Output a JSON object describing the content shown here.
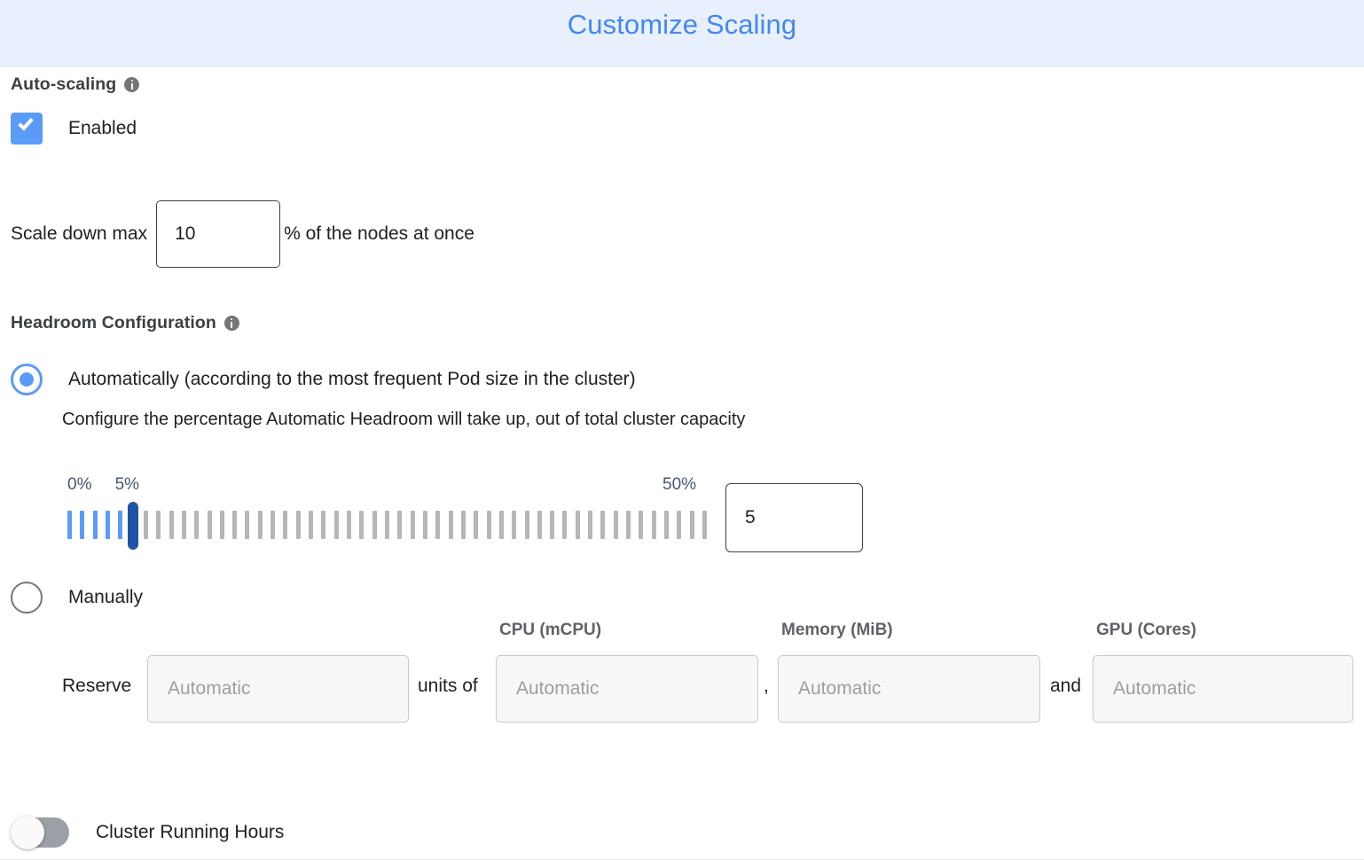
{
  "header": {
    "title": "Customize Scaling",
    "background_color": "#e9f0fd",
    "title_color": "#4287f5"
  },
  "auto_scaling": {
    "section_label": "Auto-scaling",
    "info_icon": "info-icon",
    "enabled_label": "Enabled",
    "enabled_checked": true,
    "scale_down": {
      "prefix_label": "Scale down max",
      "value": "10",
      "suffix_label": "% of the nodes at once"
    }
  },
  "headroom": {
    "section_label": "Headroom Configuration",
    "info_icon": "info-icon",
    "option_automatic": {
      "label": "Automatically (according to the most frequent Pod size in the cluster)",
      "selected": true,
      "help_text": "Configure the percentage Automatic Headroom will take up, out of total cluster capacity"
    },
    "slider": {
      "min_label": "0%",
      "current_label": "5%",
      "max_label": "50%",
      "min": 0,
      "max": 50,
      "value": 5,
      "ticks": 51,
      "value_box": "5",
      "filled_color": "#5b9bf8",
      "empty_color": "#b6b6b6",
      "handle_color": "#1f55a5",
      "tag_color": "#48566f"
    },
    "option_manual": {
      "label": "Manually",
      "selected": false,
      "reserve_label": "Reserve",
      "units_of_label": "units of",
      "and_label": "and",
      "comma_label": ",",
      "fields": [
        {
          "header": "",
          "placeholder": "Automatic",
          "value": ""
        },
        {
          "header": "CPU (mCPU)",
          "placeholder": "Automatic",
          "value": ""
        },
        {
          "header": "Memory (MiB)",
          "placeholder": "Automatic",
          "value": ""
        },
        {
          "header": "GPU (Cores)",
          "placeholder": "Automatic",
          "value": ""
        }
      ]
    }
  },
  "cluster_running_hours": {
    "label": "Cluster Running Hours",
    "enabled": false
  }
}
